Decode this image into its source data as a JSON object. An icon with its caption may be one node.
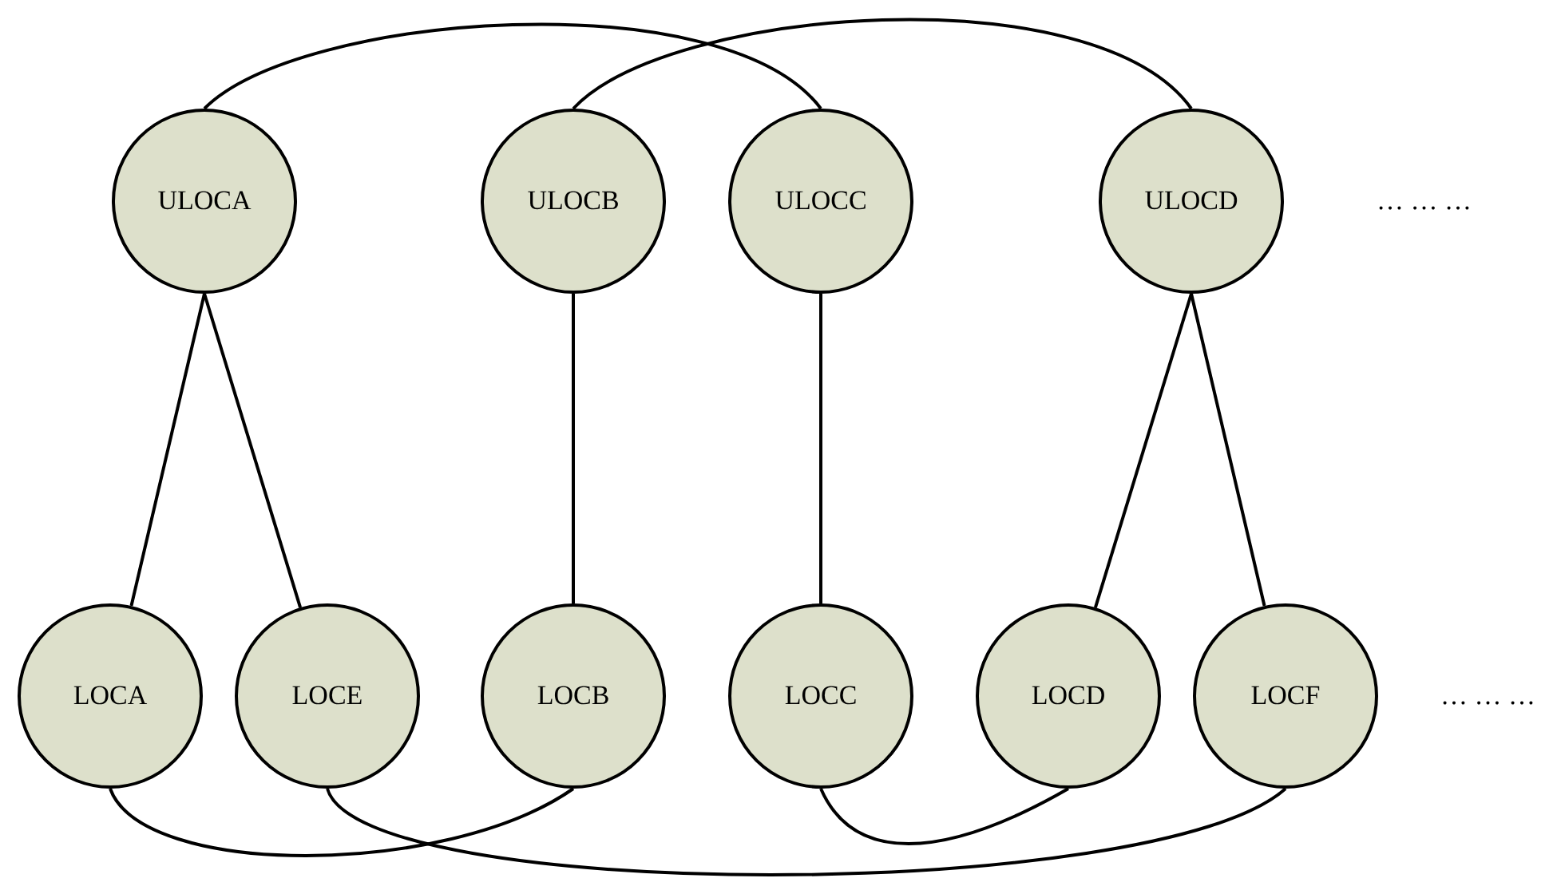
{
  "diagram": {
    "nodes": [
      {
        "text": [
          "ULOCA"
        ]
      },
      {
        "text": [
          "ULOCB"
        ]
      },
      {
        "text": [
          "ULOCC"
        ]
      },
      {
        "text": [
          "ULOCD"
        ]
      },
      {
        "text": [
          "LOCA"
        ]
      },
      {
        "text": [
          "LOCE"
        ]
      },
      {
        "text": [
          "LOCB"
        ]
      },
      {
        "text": [
          "LOCC"
        ]
      },
      {
        "text": [
          "LOCD"
        ]
      },
      {
        "text": [
          "LOCF"
        ]
      }
    ],
    "edges": [
      {
        "from": 0,
        "to": 2,
        "arrow": "none"
      },
      {
        "from": 1,
        "to": 3,
        "arrow": "none"
      },
      {
        "from": 0,
        "to": 4,
        "arrow": "none"
      },
      {
        "from": 0,
        "to": 5,
        "arrow": "none"
      },
      {
        "from": 1,
        "to": 6,
        "arrow": "none"
      },
      {
        "from": 2,
        "to": 7,
        "arrow": "none"
      },
      {
        "from": 3,
        "to": 8,
        "arrow": "none"
      },
      {
        "from": 3,
        "to": 9,
        "arrow": "none"
      },
      {
        "from": 4,
        "to": 6,
        "arrow": "none"
      },
      {
        "from": 5,
        "to": 9,
        "arrow": "none"
      },
      {
        "from": 7,
        "to": 8,
        "arrow": "none"
      }
    ],
    "labels": [
      "… … …",
      "… … …"
    ]
  }
}
